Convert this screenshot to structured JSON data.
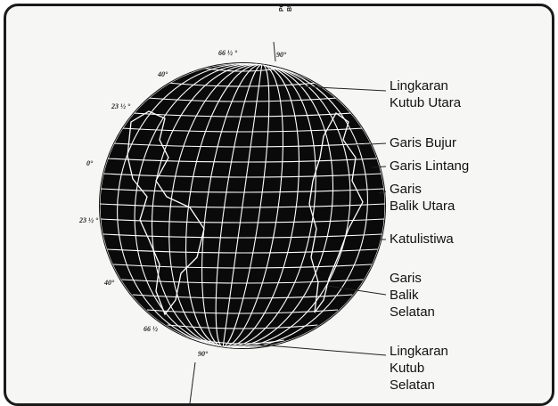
{
  "pole_label": {
    "line1": "POROS",
    "line2": "BUMI"
  },
  "degree_labels": {
    "north_90": "90°",
    "north_66": "66 ½ °",
    "north_40": "40°",
    "north_23": "23 ½ °",
    "equator_0": "0°",
    "south_23": "23 ½ °",
    "south_40": "40°",
    "south_66": "66 ½",
    "south_90": "90°"
  },
  "callouts": {
    "arctic_circle": [
      "Lingkaran",
      "Kutub Utara"
    ],
    "meridian": [
      "Garis Bujur"
    ],
    "parallel": [
      "Garis Lintang"
    ],
    "tropic_cancer": [
      "Garis",
      "Balik Utara"
    ],
    "equator": [
      "Katulistiwa"
    ],
    "tropic_capricorn": [
      "Garis",
      "Balik",
      "Selatan"
    ],
    "antarctic_circle": [
      "Lingkaran",
      "Kutub",
      "Selatan"
    ]
  },
  "colors": {
    "globe_fill": "#0a0a0a",
    "grid_lines": "#ffffff",
    "frame_border": "#1a1a1a",
    "frame_fill": "#f6f6f4"
  }
}
